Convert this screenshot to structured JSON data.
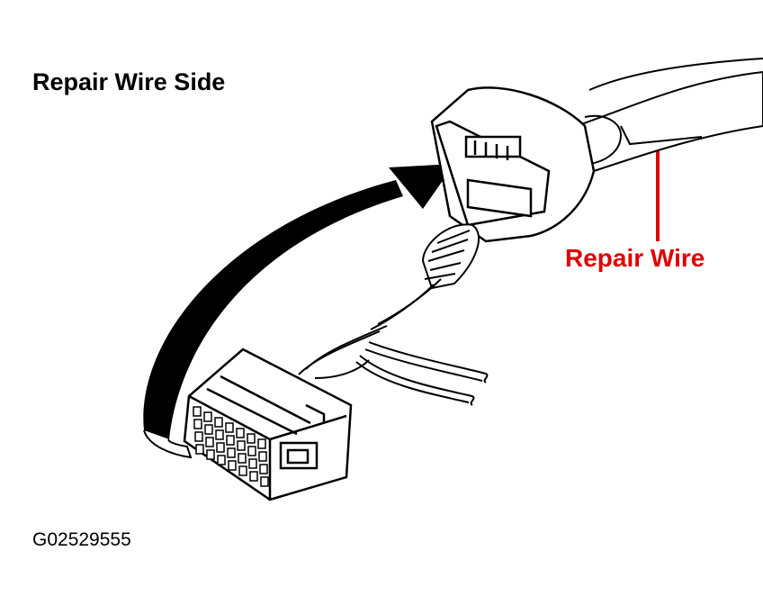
{
  "title": "Repair Wire Side",
  "callout": {
    "label": "Repair Wire",
    "color": "#e00000"
  },
  "figure_id": "G02529555",
  "colors": {
    "line": "#000000",
    "background": "#ffffff"
  }
}
